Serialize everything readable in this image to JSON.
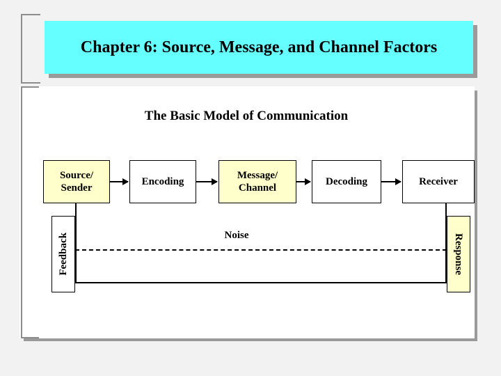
{
  "slide": {
    "title": "Chapter 6: Source, Message, and Channel Factors",
    "subtitle": "The Basic Model of Communication",
    "colors": {
      "title_background": "#66ffff",
      "node_highlight": "#ffffcc",
      "page_background": "#f2f2f2",
      "body_background": "#ffffff",
      "shadow": "#9a9a9a"
    }
  },
  "diagram": {
    "type": "flow",
    "nodes": [
      {
        "id": "source",
        "label": "Source/ Sender",
        "line1": "Source/",
        "line2": "Sender",
        "style": "cream"
      },
      {
        "id": "encoding",
        "label": "Encoding",
        "line1": "Encoding",
        "line2": "",
        "style": "plain"
      },
      {
        "id": "message",
        "label": "Message/ Channel",
        "line1": "Message/",
        "line2": "Channel",
        "style": "cream"
      },
      {
        "id": "decoding",
        "label": "Decoding",
        "line1": "Decoding",
        "line2": "",
        "style": "plain"
      },
      {
        "id": "receiver",
        "label": "Receiver",
        "line1": "Receiver",
        "line2": "",
        "style": "plain"
      },
      {
        "id": "feedback",
        "label": "Feedback",
        "line1": "Feedback",
        "line2": "",
        "style": "plain"
      },
      {
        "id": "response",
        "label": "Response",
        "line1": "Response",
        "line2": "",
        "style": "cream"
      }
    ],
    "noise_label": "Noise",
    "arrows": [
      {
        "from": "source",
        "to": "encoding"
      },
      {
        "from": "encoding",
        "to": "message"
      },
      {
        "from": "message",
        "to": "decoding"
      },
      {
        "from": "decoding",
        "to": "receiver"
      }
    ],
    "feedback_path": "receiver -> response -> feedback -> source"
  }
}
